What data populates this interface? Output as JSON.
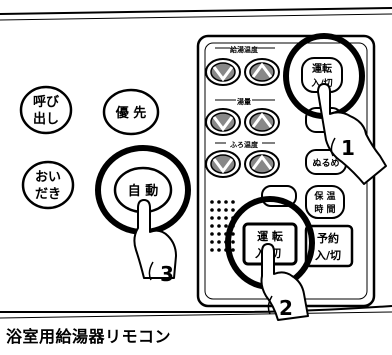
{
  "caption": "浴室用給湯器リモコン",
  "buttons": {
    "call": [
      "呼び",
      "出し"
    ],
    "priority": "優 先",
    "reheat": [
      "おい",
      "だき"
    ],
    "auto": "自 動",
    "run_top": [
      "運転",
      "入/切"
    ],
    "run_bottom": [
      "運 転",
      "入/切"
    ],
    "heat_keep": [
      "保 温",
      "時 間"
    ],
    "lukewarm": "ぬるめ",
    "timer": [
      "予約",
      "入/切"
    ]
  },
  "panel_labels": {
    "top": "給湯温度",
    "middle": "湯量",
    "bottom": "ふろ温度"
  },
  "steps": [
    "1",
    "2",
    "3"
  ],
  "colors": {
    "ink": "#000000",
    "panel": "#ffffff"
  }
}
